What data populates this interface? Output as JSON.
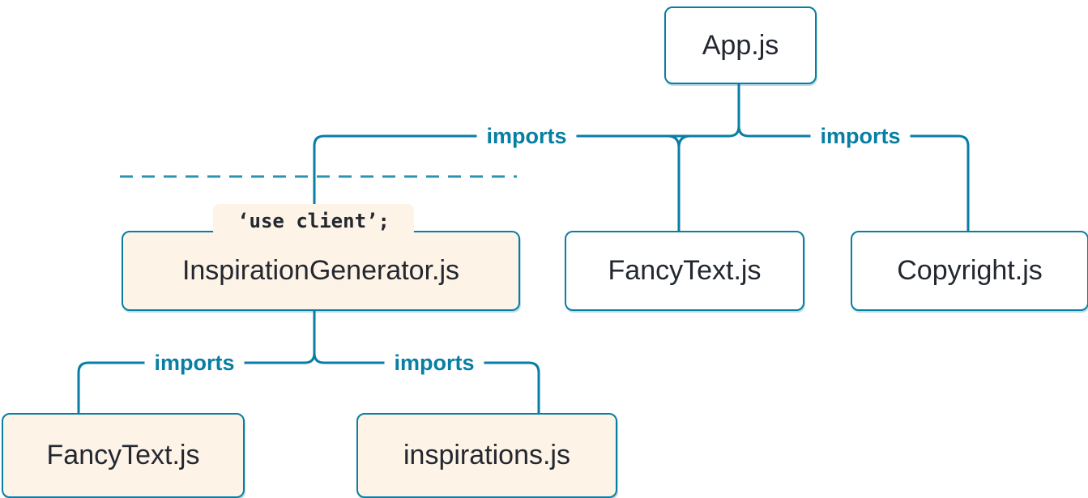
{
  "diagram": {
    "title": "module-dependency-tree",
    "colors": {
      "accent": "#087EA4",
      "node_text": "#23272F",
      "client_bg": "#FDF3E7",
      "server_bg": "#FFFFFF",
      "background": "#FFFFFF"
    },
    "nodes": {
      "app": {
        "label": "App.js"
      },
      "inspiration_generator": {
        "label": "InspirationGenerator.js",
        "directive": "‘use client’;"
      },
      "fancy_text_top": {
        "label": "FancyText.js"
      },
      "copyright": {
        "label": "Copyright.js"
      },
      "fancy_text_bottom": {
        "label": "FancyText.js"
      },
      "inspirations": {
        "label": "inspirations.js"
      }
    },
    "edge_labels": {
      "app_to_inspiration_generator": "imports",
      "app_to_copyright": "imports",
      "generator_to_fancy_text": "imports",
      "generator_to_inspirations": "imports"
    }
  }
}
